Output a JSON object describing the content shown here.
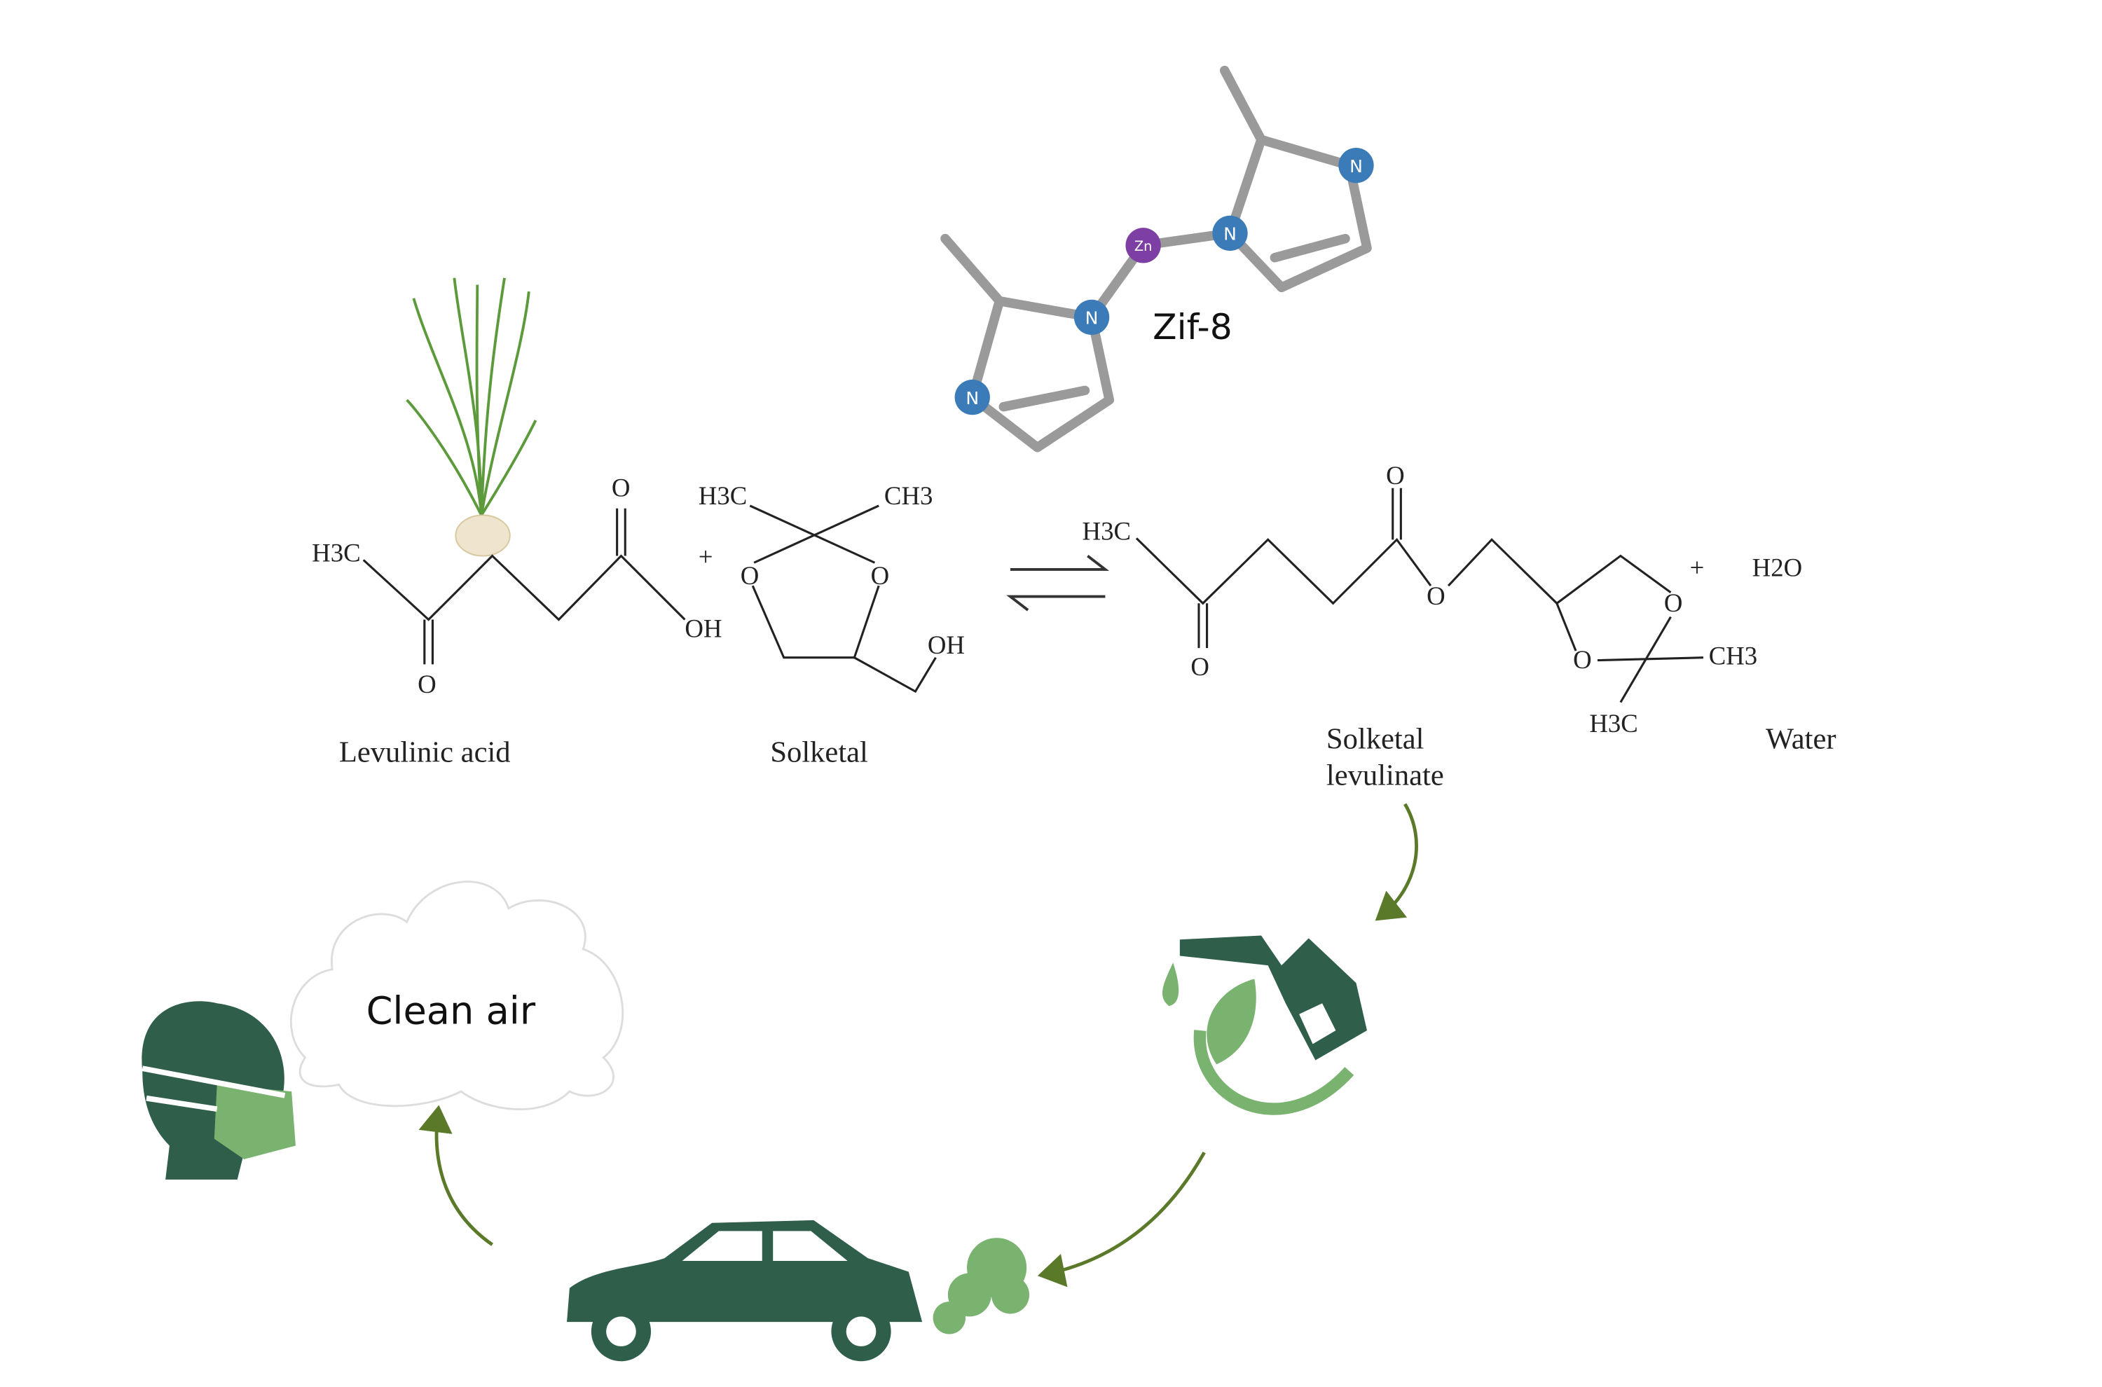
{
  "catalyst": {
    "label": "Zif-8",
    "atoms": {
      "zinc": "Zn",
      "nitrogen": "N"
    }
  },
  "reactants": [
    {
      "name": "Levulinic acid",
      "groups": {
        "methyl": "H3C",
        "ketone_o": "O",
        "acid_o": "O",
        "hydroxyl": "OH"
      }
    },
    {
      "name": "Solketal",
      "groups": {
        "methyl_left": "H3C",
        "methyl_right": "CH3",
        "ring_o1": "O",
        "ring_o2": "O",
        "hydroxyl": "OH"
      }
    }
  ],
  "plus": "+",
  "products": [
    {
      "name_line1": "Solketal",
      "name_line2": "levulinate",
      "groups": {
        "methyl": "H3C",
        "ketone_o": "O",
        "ester_o": "O",
        "ester_o2": "O",
        "ring_o1": "O",
        "ring_o2": "O",
        "methyl_right": "CH3",
        "methyl_bottom": "H3C"
      }
    },
    {
      "name": "Water",
      "formula": "H2O"
    }
  ],
  "cycle": {
    "clean_air_label": "Clean air"
  },
  "colors": {
    "dark_green": "#2f5e4a",
    "light_green": "#79b36f",
    "arrow": "#5a7a2a",
    "nitrogen": "#3b7bb8",
    "zinc": "#7d3fa3",
    "bond": "#9a9a9a"
  }
}
